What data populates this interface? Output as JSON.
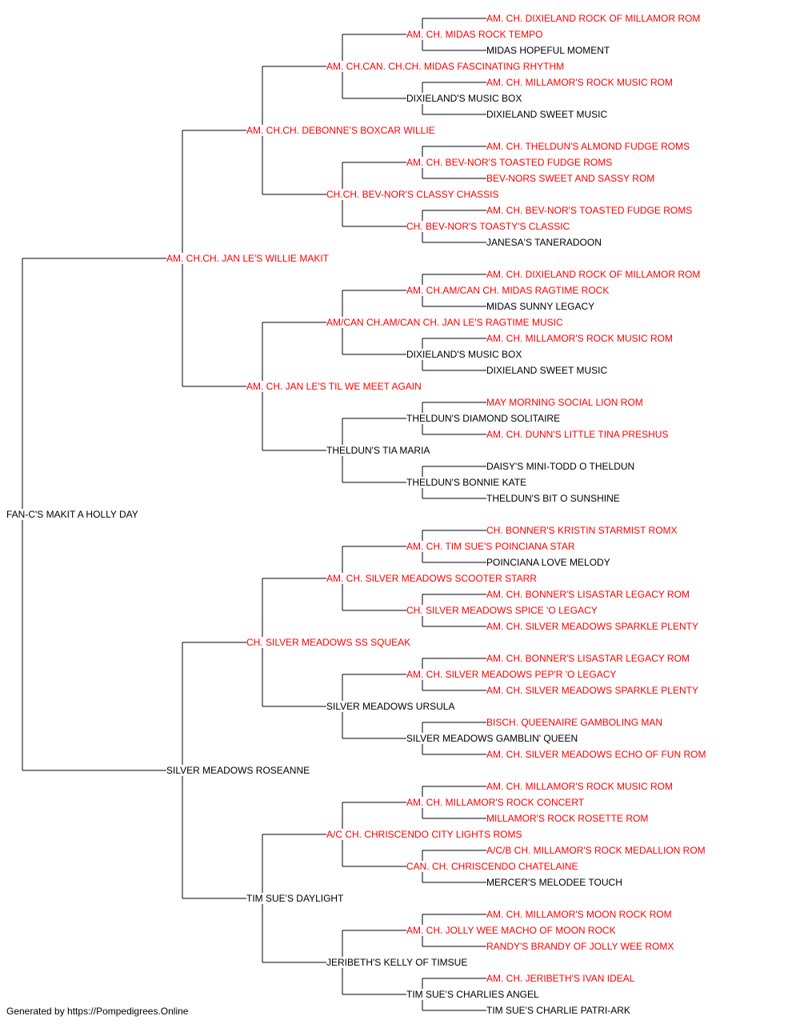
{
  "colors": {
    "champion": "#ff0000",
    "regular": "#000000",
    "lines": "#000000"
  },
  "subject": {
    "name": "FAN-C'S MAKIT A HOLLY DAY",
    "champion": false
  },
  "sire": {
    "name": "AM. CH.CH. JAN LE'S WILLIE MAKIT",
    "champion": true
  },
  "dam": {
    "name": "SILVER MEADOWS ROSEANNE",
    "champion": false
  },
  "grandparents": [
    {
      "name": "AM. CH.CH. DEBONNE'S BOXCAR WILLIE",
      "champion": true
    },
    {
      "name": "AM. CH. JAN LE'S TIL WE MEET AGAIN",
      "champion": true
    },
    {
      "name": "CH. SILVER MEADOWS SS SQUEAK",
      "champion": true
    },
    {
      "name": "TIM SUE'S DAYLIGHT",
      "champion": false
    }
  ],
  "great_grandparents": [
    {
      "name": "AM. CH.CAN. CH.CH. MIDAS FASCINATING RHYTHM",
      "champion": true
    },
    {
      "name": "CH.CH. BEV-NOR'S CLASSY CHASSIS",
      "champion": true
    },
    {
      "name": "AM/CAN CH.AM/CAN CH. JAN LE'S RAGTIME MUSIC",
      "champion": true
    },
    {
      "name": "THELDUN'S TIA MARIA",
      "champion": false
    },
    {
      "name": "AM. CH. SILVER MEADOWS SCOOTER STARR",
      "champion": true
    },
    {
      "name": "SILVER MEADOWS URSULA",
      "champion": false
    },
    {
      "name": "A/C CH. CHRISCENDO CITY LIGHTS ROMS",
      "champion": true
    },
    {
      "name": "JERIBETH'S KELLY OF TIMSUE",
      "champion": false
    }
  ],
  "gen4": [
    {
      "name": "AM. CH. MIDAS ROCK TEMPO",
      "champion": true
    },
    {
      "name": "DIXIELAND'S MUSIC BOX",
      "champion": false
    },
    {
      "name": "AM. CH. BEV-NOR'S TOASTED FUDGE ROMS",
      "champion": true
    },
    {
      "name": "CH. BEV-NOR'S TOASTY'S CLASSIC",
      "champion": true
    },
    {
      "name": "AM. CH.AM/CAN CH. MIDAS RAGTIME ROCK",
      "champion": true
    },
    {
      "name": "DIXIELAND'S MUSIC BOX",
      "champion": false
    },
    {
      "name": "THELDUN'S DIAMOND SOLITAIRE",
      "champion": false
    },
    {
      "name": "THELDUN'S BONNIE KATE",
      "champion": false
    },
    {
      "name": "AM. CH. TIM SUE'S POINCIANA STAR",
      "champion": true
    },
    {
      "name": "CH. SILVER MEADOWS SPICE 'O LEGACY",
      "champion": true
    },
    {
      "name": "AM. CH. SILVER MEADOWS PEP'R 'O LEGACY",
      "champion": true
    },
    {
      "name": "SILVER MEADOWS GAMBLIN' QUEEN",
      "champion": false
    },
    {
      "name": "AM. CH. MILLAMOR'S ROCK CONCERT",
      "champion": true
    },
    {
      "name": "CAN. CH. CHRISCENDO CHATELAINE",
      "champion": true
    },
    {
      "name": "AM. CH. JOLLY WEE MACHO OF MOON ROCK",
      "champion": true
    },
    {
      "name": "TIM SUE'S CHARLIES ANGEL",
      "champion": false
    }
  ],
  "gen5": [
    {
      "name": "AM. CH. DIXIELAND ROCK OF MILLAMOR ROM",
      "champion": true
    },
    {
      "name": "MIDAS HOPEFUL MOMENT",
      "champion": false
    },
    {
      "name": "AM. CH. MILLAMOR'S ROCK MUSIC ROM",
      "champion": true
    },
    {
      "name": "DIXIELAND SWEET MUSIC",
      "champion": false
    },
    {
      "name": "AM. CH. THELDUN'S ALMOND FUDGE ROMS",
      "champion": true
    },
    {
      "name": "BEV-NORS SWEET AND SASSY ROM",
      "champion": true
    },
    {
      "name": "AM. CH. BEV-NOR'S TOASTED FUDGE ROMS",
      "champion": true
    },
    {
      "name": "JANESA'S TANERADOON",
      "champion": false
    },
    {
      "name": "AM. CH. DIXIELAND ROCK OF MILLAMOR ROM",
      "champion": true
    },
    {
      "name": "MIDAS SUNNY LEGACY",
      "champion": false
    },
    {
      "name": "AM. CH. MILLAMOR'S ROCK MUSIC ROM",
      "champion": true
    },
    {
      "name": "DIXIELAND SWEET MUSIC",
      "champion": false
    },
    {
      "name": "MAY MORNING SOCIAL LION ROM",
      "champion": true
    },
    {
      "name": "AM. CH. DUNN'S LITTLE TINA PRESHUS",
      "champion": true
    },
    {
      "name": "DAISY'S MINI-TODD O THELDUN",
      "champion": false
    },
    {
      "name": "THELDUN'S BIT O SUNSHINE",
      "champion": false
    },
    {
      "name": "CH. BONNER'S KRISTIN STARMIST ROMX",
      "champion": true
    },
    {
      "name": "POINCIANA LOVE MELODY",
      "champion": false
    },
    {
      "name": "AM. CH. BONNER'S LISASTAR LEGACY ROM",
      "champion": true
    },
    {
      "name": "AM. CH. SILVER MEADOWS SPARKLE PLENTY",
      "champion": true
    },
    {
      "name": "AM. CH. BONNER'S LISASTAR LEGACY ROM",
      "champion": true
    },
    {
      "name": "AM. CH. SILVER MEADOWS SPARKLE PLENTY",
      "champion": true
    },
    {
      "name": "BISCH. QUEENAIRE GAMBOLING MAN",
      "champion": true
    },
    {
      "name": "AM. CH. SILVER MEADOWS ECHO OF FUN ROM",
      "champion": true
    },
    {
      "name": "AM. CH. MILLAMOR'S ROCK MUSIC ROM",
      "champion": true
    },
    {
      "name": "MILLAMOR'S ROCK ROSETTE ROM",
      "champion": true
    },
    {
      "name": "A/C/B CH. MILLAMOR'S ROCK MEDALLION ROM",
      "champion": true
    },
    {
      "name": "MERCER'S MELODEE TOUCH",
      "champion": false
    },
    {
      "name": "AM. CH. MILLAMOR'S MOON ROCK ROM",
      "champion": true
    },
    {
      "name": "RANDY'S BRANDY OF JOLLY WEE ROMX",
      "champion": true
    },
    {
      "name": "AM. CH. JERIBETH'S IVAN IDEAL",
      "champion": true
    },
    {
      "name": "TIM SUE'S CHARLIE PATRI-ARK",
      "champion": false
    }
  ],
  "footer": "Generated by https://Pompedigrees.Online"
}
